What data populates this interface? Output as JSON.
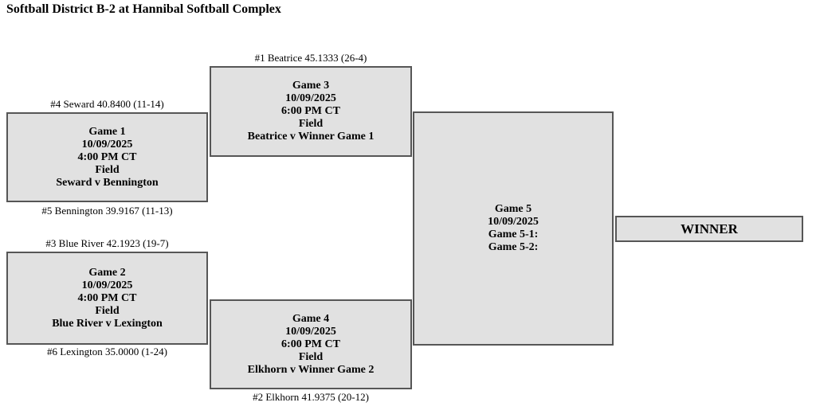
{
  "title": "Softball District B-2 at Hannibal Softball Complex",
  "colors": {
    "box_fill": "#e1e1e1",
    "box_border": "#565656",
    "text": "#000000",
    "background": "#ffffff"
  },
  "games": {
    "game1": {
      "seed_top": "#4 Seward 40.8400 (11-14)",
      "seed_bottom": "#5 Bennington 39.9167 (11-13)",
      "lines": [
        "Game 1",
        "10/09/2025",
        "4:00 PM CT",
        "Field",
        "Seward v Bennington"
      ]
    },
    "game2": {
      "seed_top": "#3 Blue River 42.1923 (19-7)",
      "seed_bottom": "#6 Lexington 35.0000 (1-24)",
      "lines": [
        "Game 2",
        "10/09/2025",
        "4:00 PM CT",
        "Field",
        "Blue River v Lexington"
      ]
    },
    "game3": {
      "seed_top": "#1 Beatrice 45.1333 (26-4)",
      "lines": [
        "Game 3",
        "10/09/2025",
        "6:00 PM CT",
        "Field",
        "Beatrice v Winner Game 1"
      ]
    },
    "game4": {
      "seed_bottom": "#2 Elkhorn 41.9375 (20-12)",
      "lines": [
        "Game 4",
        "10/09/2025",
        "6:00 PM CT",
        "Field",
        "Elkhorn v Winner Game 2"
      ]
    },
    "game5": {
      "lines": [
        "Game 5",
        "10/09/2025",
        "Game 5-1:",
        "Game 5-2:"
      ]
    }
  },
  "winner": {
    "label": "WINNER"
  }
}
